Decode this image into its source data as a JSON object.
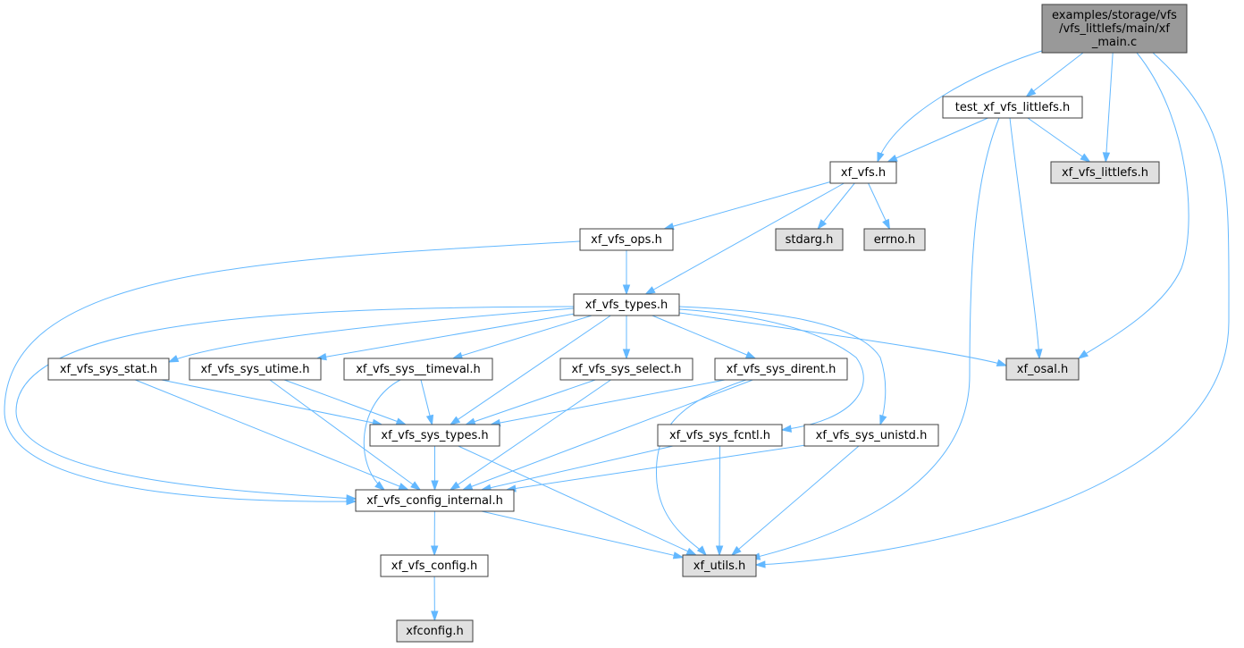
{
  "colors": {
    "root_fill": "#999999",
    "documented_fill": "#ffffff",
    "external_fill": "#e0e0e0",
    "border": "#404040",
    "edge": "#63b8ff"
  },
  "nodes": [
    {
      "id": "xf_main",
      "lines": [
        "examples/storage/vfs",
        "/vfs_littlefs/main/xf",
        "_main.c"
      ],
      "kind": "root"
    },
    {
      "id": "test_xf_vfs_littlefs",
      "lines": [
        "test_xf_vfs_littlefs.h"
      ],
      "kind": "documented"
    },
    {
      "id": "xf_vfs",
      "lines": [
        "xf_vfs.h"
      ],
      "kind": "documented"
    },
    {
      "id": "xf_vfs_littlefs",
      "lines": [
        "xf_vfs_littlefs.h"
      ],
      "kind": "external"
    },
    {
      "id": "xf_vfs_ops",
      "lines": [
        "xf_vfs_ops.h"
      ],
      "kind": "documented"
    },
    {
      "id": "stdarg",
      "lines": [
        "stdarg.h"
      ],
      "kind": "external"
    },
    {
      "id": "errno",
      "lines": [
        "errno.h"
      ],
      "kind": "external"
    },
    {
      "id": "xf_vfs_types",
      "lines": [
        "xf_vfs_types.h"
      ],
      "kind": "documented"
    },
    {
      "id": "xf_vfs_sys_stat",
      "lines": [
        "xf_vfs_sys_stat.h"
      ],
      "kind": "documented"
    },
    {
      "id": "xf_vfs_sys_utime",
      "lines": [
        "xf_vfs_sys_utime.h"
      ],
      "kind": "documented"
    },
    {
      "id": "xf_vfs_sys__timeval",
      "lines": [
        "xf_vfs_sys__timeval.h"
      ],
      "kind": "documented"
    },
    {
      "id": "xf_vfs_sys_select",
      "lines": [
        "xf_vfs_sys_select.h"
      ],
      "kind": "documented"
    },
    {
      "id": "xf_vfs_sys_dirent",
      "lines": [
        "xf_vfs_sys_dirent.h"
      ],
      "kind": "documented"
    },
    {
      "id": "xf_osal",
      "lines": [
        "xf_osal.h"
      ],
      "kind": "external"
    },
    {
      "id": "xf_vfs_sys_types",
      "lines": [
        "xf_vfs_sys_types.h"
      ],
      "kind": "documented"
    },
    {
      "id": "xf_vfs_sys_fcntl",
      "lines": [
        "xf_vfs_sys_fcntl.h"
      ],
      "kind": "documented"
    },
    {
      "id": "xf_vfs_sys_unistd",
      "lines": [
        "xf_vfs_sys_unistd.h"
      ],
      "kind": "documented"
    },
    {
      "id": "xf_vfs_config_internal",
      "lines": [
        "xf_vfs_config_internal.h"
      ],
      "kind": "documented"
    },
    {
      "id": "xf_vfs_config",
      "lines": [
        "xf_vfs_config.h"
      ],
      "kind": "documented"
    },
    {
      "id": "xf_utils",
      "lines": [
        "xf_utils.h"
      ],
      "kind": "external"
    },
    {
      "id": "xfconfig",
      "lines": [
        "xfconfig.h"
      ],
      "kind": "external"
    }
  ],
  "edges": [
    [
      "xf_main",
      "xf_vfs"
    ],
    [
      "xf_main",
      "test_xf_vfs_littlefs"
    ],
    [
      "xf_main",
      "xf_vfs_littlefs"
    ],
    [
      "xf_main",
      "xf_osal"
    ],
    [
      "xf_main",
      "xf_utils"
    ],
    [
      "test_xf_vfs_littlefs",
      "xf_vfs"
    ],
    [
      "test_xf_vfs_littlefs",
      "xf_vfs_littlefs"
    ],
    [
      "test_xf_vfs_littlefs",
      "xf_osal"
    ],
    [
      "test_xf_vfs_littlefs",
      "xf_utils"
    ],
    [
      "xf_vfs",
      "xf_vfs_ops"
    ],
    [
      "xf_vfs",
      "stdarg"
    ],
    [
      "xf_vfs",
      "errno"
    ],
    [
      "xf_vfs",
      "xf_vfs_types"
    ],
    [
      "xf_vfs_ops",
      "xf_vfs_types"
    ],
    [
      "xf_vfs_ops",
      "xf_vfs_config_internal"
    ],
    [
      "xf_vfs_types",
      "xf_vfs_sys_stat"
    ],
    [
      "xf_vfs_types",
      "xf_vfs_sys_utime"
    ],
    [
      "xf_vfs_types",
      "xf_vfs_sys__timeval"
    ],
    [
      "xf_vfs_types",
      "xf_vfs_sys_select"
    ],
    [
      "xf_vfs_types",
      "xf_vfs_sys_dirent"
    ],
    [
      "xf_vfs_types",
      "xf_osal"
    ],
    [
      "xf_vfs_types",
      "xf_vfs_sys_types"
    ],
    [
      "xf_vfs_types",
      "xf_vfs_sys_fcntl"
    ],
    [
      "xf_vfs_types",
      "xf_vfs_sys_unistd"
    ],
    [
      "xf_vfs_types",
      "xf_vfs_config_internal"
    ],
    [
      "xf_vfs_sys_stat",
      "xf_vfs_sys_types"
    ],
    [
      "xf_vfs_sys_stat",
      "xf_vfs_config_internal"
    ],
    [
      "xf_vfs_sys_utime",
      "xf_vfs_sys_types"
    ],
    [
      "xf_vfs_sys_utime",
      "xf_vfs_config_internal"
    ],
    [
      "xf_vfs_sys__timeval",
      "xf_vfs_sys_types"
    ],
    [
      "xf_vfs_sys__timeval",
      "xf_vfs_config_internal"
    ],
    [
      "xf_vfs_sys_select",
      "xf_vfs_sys_types"
    ],
    [
      "xf_vfs_sys_select",
      "xf_vfs_config_internal"
    ],
    [
      "xf_vfs_sys_dirent",
      "xf_vfs_sys_types"
    ],
    [
      "xf_vfs_sys_dirent",
      "xf_vfs_config_internal"
    ],
    [
      "xf_vfs_sys_dirent",
      "xf_utils"
    ],
    [
      "xf_vfs_sys_types",
      "xf_vfs_config_internal"
    ],
    [
      "xf_vfs_sys_types",
      "xf_utils"
    ],
    [
      "xf_vfs_sys_fcntl",
      "xf_vfs_config_internal"
    ],
    [
      "xf_vfs_sys_fcntl",
      "xf_utils"
    ],
    [
      "xf_vfs_sys_unistd",
      "xf_vfs_config_internal"
    ],
    [
      "xf_vfs_sys_unistd",
      "xf_utils"
    ],
    [
      "xf_vfs_config_internal",
      "xf_vfs_config"
    ],
    [
      "xf_vfs_config_internal",
      "xf_utils"
    ],
    [
      "xf_vfs_config",
      "xfconfig"
    ]
  ]
}
